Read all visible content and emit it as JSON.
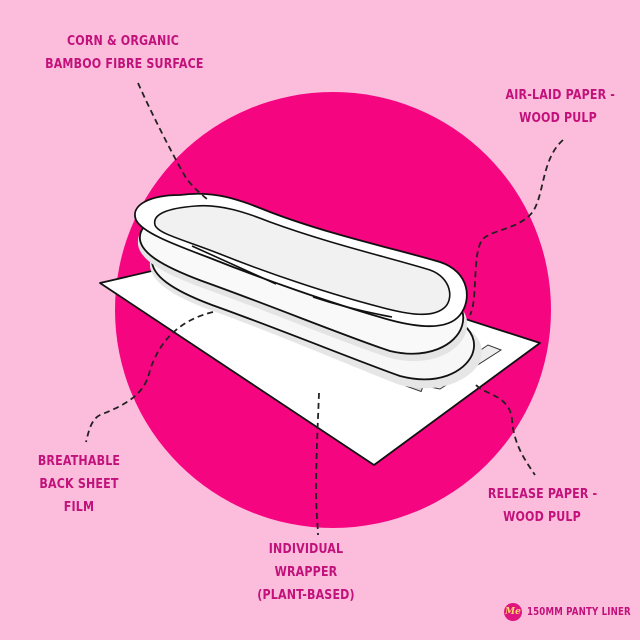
{
  "labels": {
    "top_surface": {
      "lines": [
        "CORN & ORGANIC",
        "BAMBOO FIBRE SURFACE"
      ]
    },
    "air_laid": {
      "lines": [
        "AIR-LAID PAPER -",
        "WOOD PULP"
      ]
    },
    "back_sheet": {
      "lines": [
        "BREATHABLE",
        "BACK SHEET",
        "FILM"
      ]
    },
    "release_paper": {
      "lines": [
        "RELEASE PAPER -",
        "WOOD PULP"
      ]
    },
    "wrapper": {
      "lines": [
        "INDIVIDUAL",
        "WRAPPER",
        "(PLANT-BASED)"
      ]
    }
  },
  "badge": {
    "logo_text": "Me",
    "text": "150MM PANTY LINER"
  },
  "colors": {
    "background": "#fcbddd",
    "circle": "#f5057f",
    "label_text": "#c2117a",
    "outline": "#111111"
  }
}
